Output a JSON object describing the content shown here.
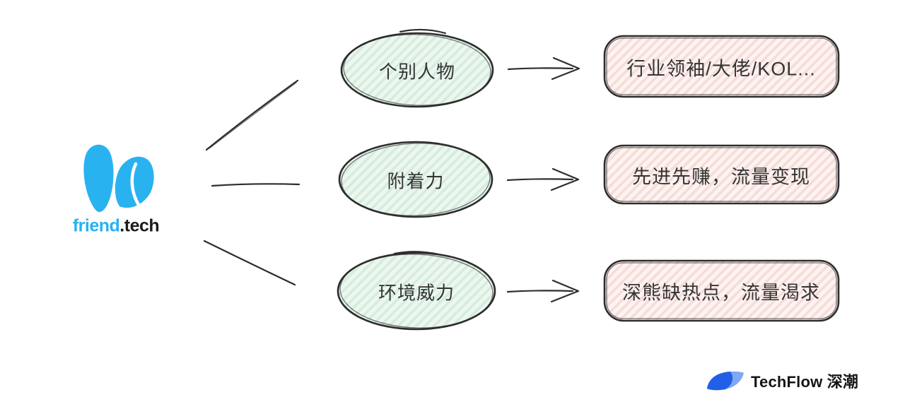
{
  "diagram": {
    "source": {
      "name_primary": "friend",
      "name_secondary": ".tech",
      "icon": "friend-tech-bunny-ears-logo"
    },
    "causes": [
      {
        "label": "个别人物"
      },
      {
        "label": "附着力"
      },
      {
        "label": "环境威力"
      }
    ],
    "effects": [
      {
        "label": "行业领袖/大佬/KOL..."
      },
      {
        "label": "先进先赚，流量变现"
      },
      {
        "label": "深熊缺热点，流量渴求"
      }
    ],
    "connections": [
      {
        "from": "friend.tech",
        "to": "个别人物",
        "style": "plain-line"
      },
      {
        "from": "friend.tech",
        "to": "附着力",
        "style": "plain-line"
      },
      {
        "from": "friend.tech",
        "to": "环境威力",
        "style": "plain-line"
      },
      {
        "from": "个别人物",
        "to": "行业领袖/大佬/KOL...",
        "style": "arrow"
      },
      {
        "from": "附着力",
        "to": "先进先赚，流量变现",
        "style": "arrow"
      },
      {
        "from": "环境威力",
        "to": "深熊缺热点，流量渴求",
        "style": "arrow"
      }
    ],
    "colors": {
      "background": "#ffffff",
      "ink": "#353535",
      "stroke": "#2d2d2d",
      "cause_fill": "#ecf7f0",
      "cause_hatch": "#d5ecdd",
      "effect_fill": "#fdf3f1",
      "effect_hatch": "#f5dcd9",
      "friend_blue": "#29b2f0",
      "friend_dark": "#1c1c1c",
      "techflow_blue": "#2160e6",
      "techflow_blue_light": "#7ea8f4"
    }
  },
  "footer": {
    "brand_text": "TechFlow 深潮",
    "icon": "techflow-leaf-logo"
  }
}
